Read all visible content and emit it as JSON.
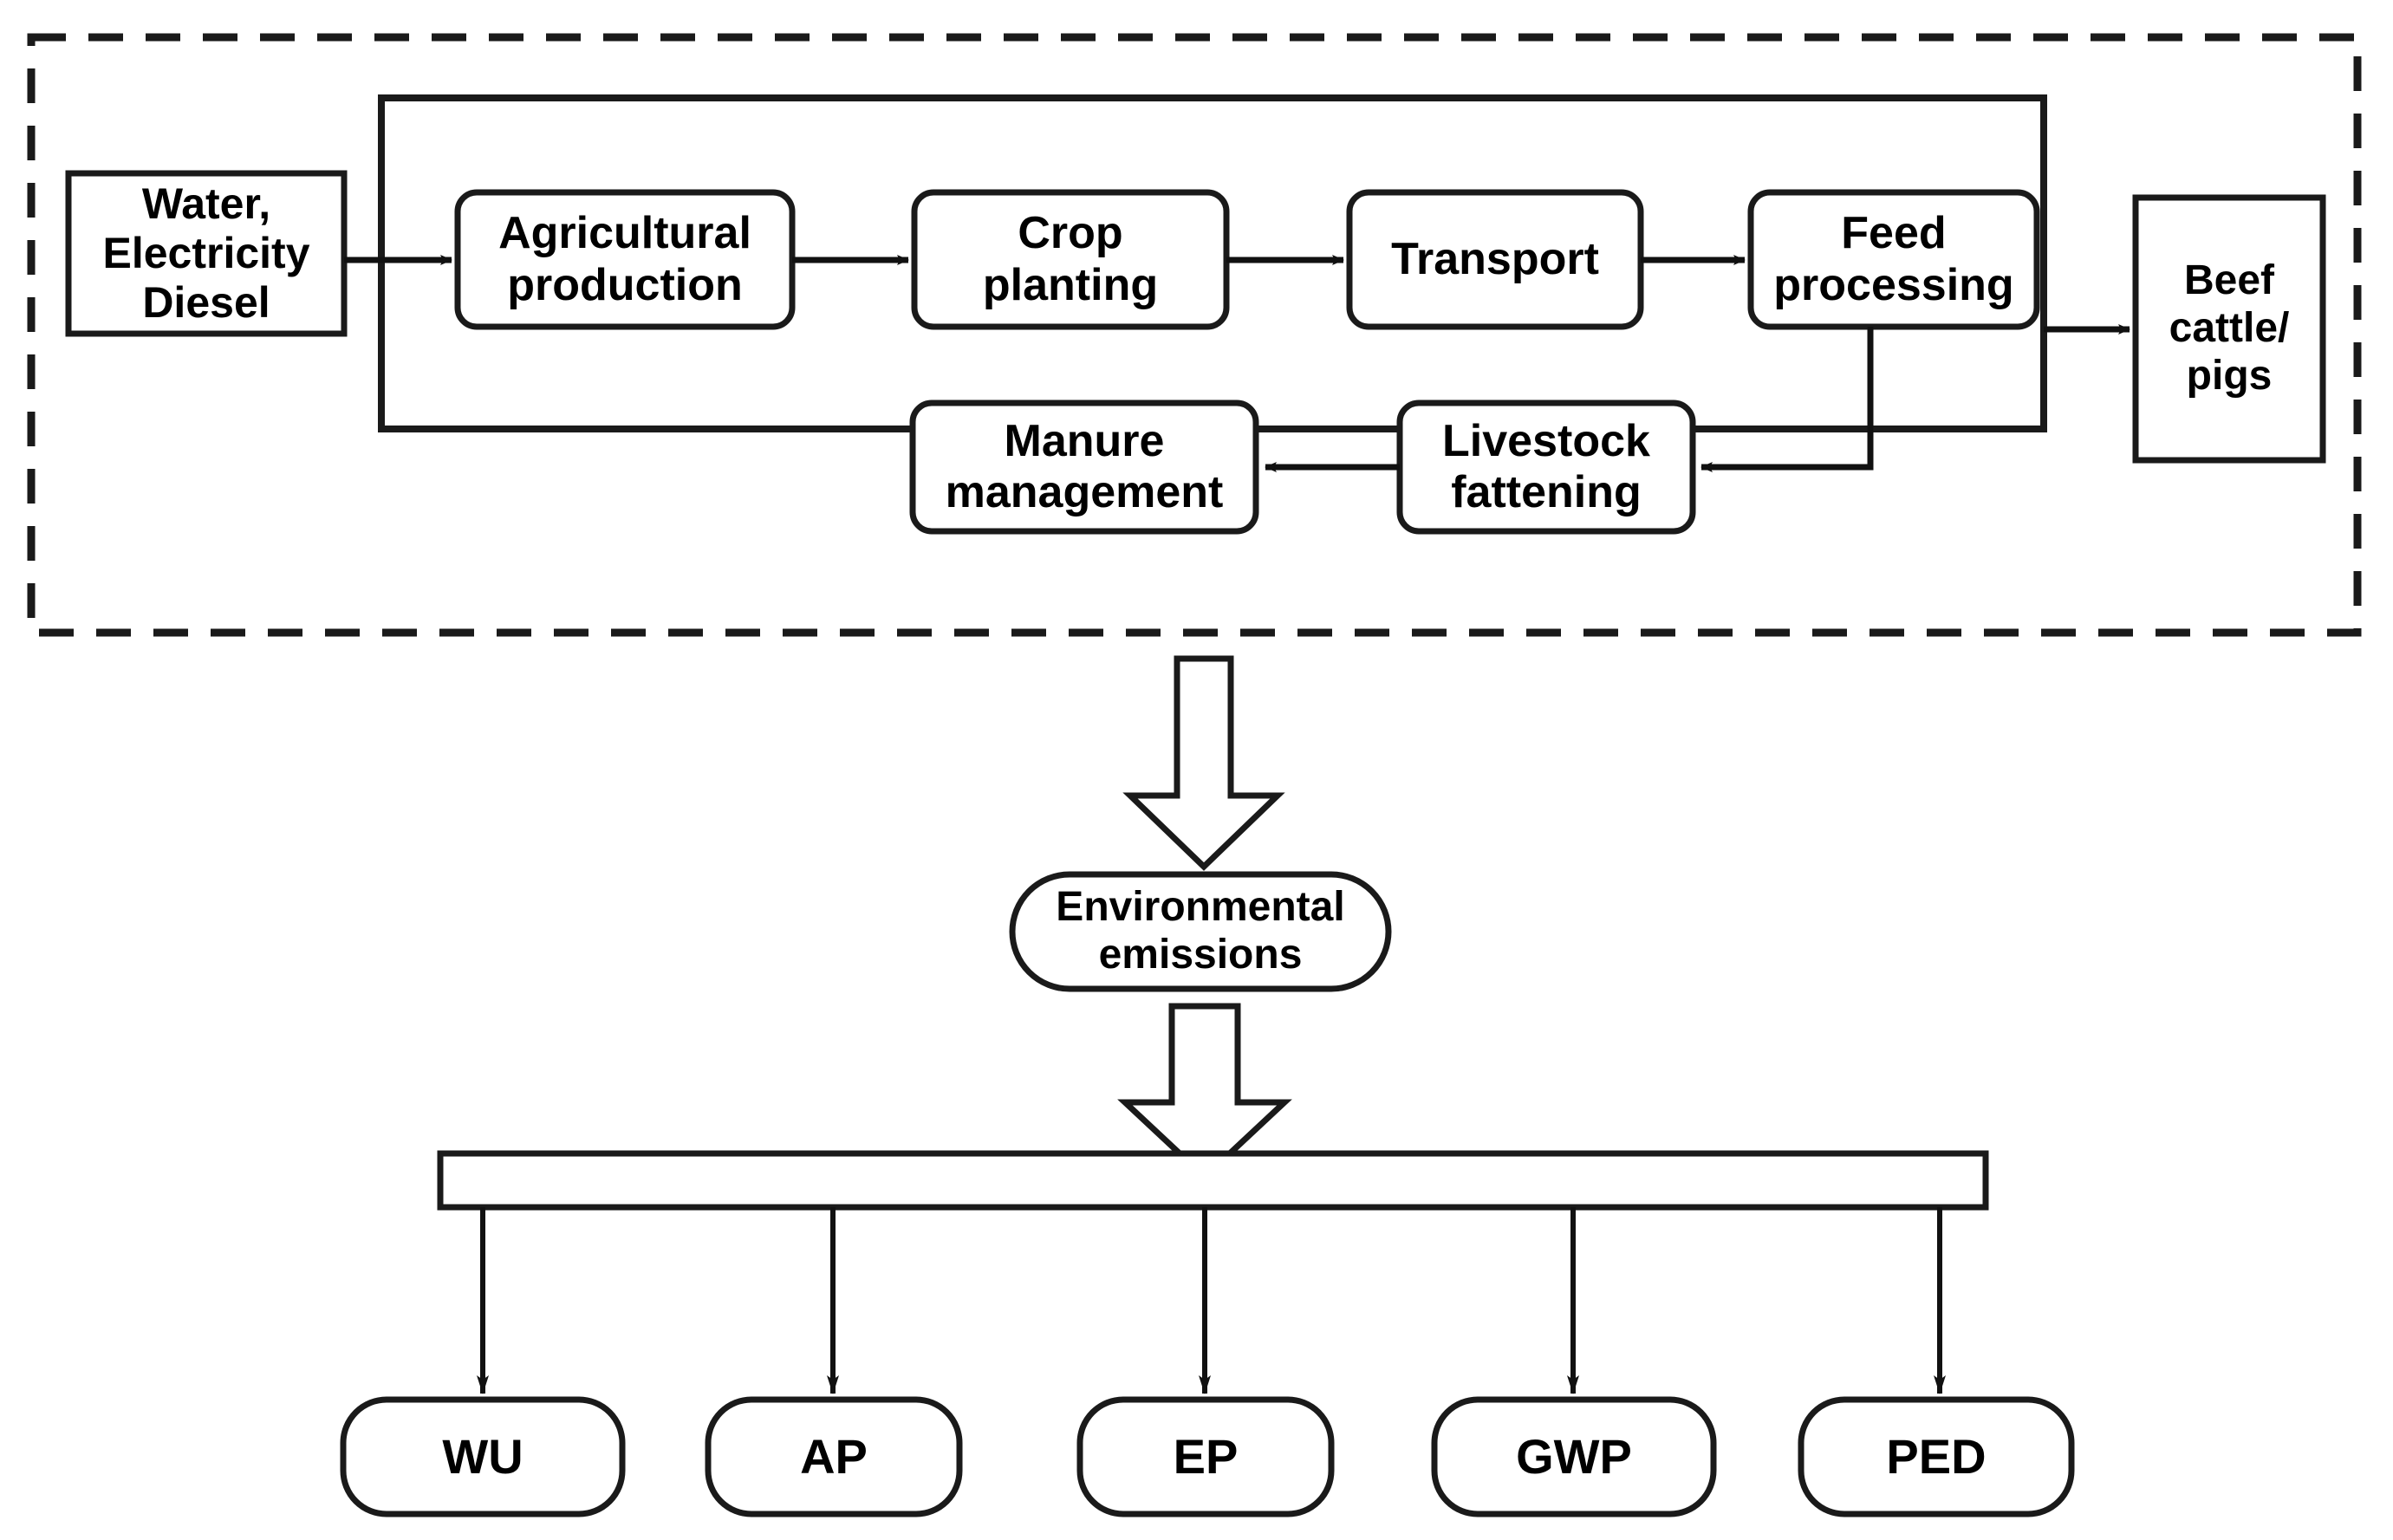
{
  "diagram": {
    "title": "Life cycle assessment system boundary flow diagram",
    "system_boundary": {
      "style": "dashed",
      "color": "#1a1a1a"
    },
    "inner_boundary": {
      "style": "solid",
      "color": "#1a1a1a"
    },
    "inputs": [
      {
        "id": "inputs",
        "label": "Water,\nElectricity\nDiesel",
        "shape": "rect"
      }
    ],
    "process_nodes": [
      {
        "id": "agricultural-production",
        "label": "Agricultural\nproduction",
        "shape": "rounded-rect"
      },
      {
        "id": "crop-planting",
        "label": "Crop\nplanting",
        "shape": "rounded-rect"
      },
      {
        "id": "transport",
        "label": "Transport",
        "shape": "rounded-rect"
      },
      {
        "id": "feed-processing",
        "label": "Feed\nprocessing",
        "shape": "rounded-rect"
      },
      {
        "id": "livestock-fattening",
        "label": "Livestock\nfattening",
        "shape": "rounded-rect"
      },
      {
        "id": "manure-management",
        "label": "Manure\nmanagement",
        "shape": "rounded-rect"
      }
    ],
    "outputs": [
      {
        "id": "beef-cattle-pigs",
        "label": "Beef\ncattle/\npigs",
        "shape": "rect"
      }
    ],
    "emissions_node": {
      "id": "environmental-emissions",
      "label": "Environmental\nemissions",
      "shape": "stadium"
    },
    "distribution_bar": {
      "id": "impact-distribution-bar",
      "label": ""
    },
    "impact_categories": [
      {
        "id": "wu",
        "label": "WU"
      },
      {
        "id": "ap",
        "label": "AP"
      },
      {
        "id": "ep",
        "label": "EP"
      },
      {
        "id": "gwp",
        "label": "GWP"
      },
      {
        "id": "ped",
        "label": "PED"
      }
    ],
    "flow_arrows": [
      {
        "from": "inputs",
        "to": "agricultural-production",
        "type": "line-arrow"
      },
      {
        "from": "agricultural-production",
        "to": "crop-planting",
        "type": "line-arrow"
      },
      {
        "from": "crop-planting",
        "to": "transport",
        "type": "line-arrow"
      },
      {
        "from": "transport",
        "to": "feed-processing",
        "type": "line-arrow"
      },
      {
        "from": "feed-processing",
        "to": "livestock-fattening",
        "type": "line-arrow"
      },
      {
        "from": "livestock-fattening",
        "to": "manure-management",
        "type": "line-arrow"
      },
      {
        "from": "inner_boundary",
        "to": "beef-cattle-pigs",
        "type": "line-arrow"
      },
      {
        "from": "system_boundary",
        "to": "environmental-emissions",
        "type": "block-arrow"
      },
      {
        "from": "environmental-emissions",
        "to": "impact-distribution-bar",
        "type": "block-arrow"
      },
      {
        "from": "impact-distribution-bar",
        "to": "wu",
        "type": "line-arrow"
      },
      {
        "from": "impact-distribution-bar",
        "to": "ap",
        "type": "line-arrow"
      },
      {
        "from": "impact-distribution-bar",
        "to": "ep",
        "type": "line-arrow"
      },
      {
        "from": "impact-distribution-bar",
        "to": "gwp",
        "type": "line-arrow"
      },
      {
        "from": "impact-distribution-bar",
        "to": "ped",
        "type": "line-arrow"
      }
    ],
    "colors": {
      "stroke": "#1a1a1a",
      "fill": "#ffffff",
      "text": "#000000"
    }
  }
}
